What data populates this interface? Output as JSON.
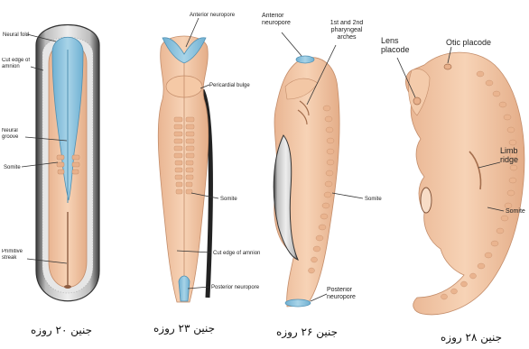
{
  "panels": [
    {
      "caption": "جنین ۲۰ روزه",
      "labels": {
        "neural_fold": "Neural fold",
        "cut_edge_amnion": "Cut edge of amnion",
        "neural_groove": "Neural groove",
        "somite": "Somite",
        "primitive_streak": "Primitive streak"
      }
    },
    {
      "caption": "جنین ۲۳ روزه",
      "labels": {
        "anterior_neuropore": "Anterior neuropore",
        "pericardial_bulge": "Pericardial bulge",
        "somite": "Somite",
        "cut_edge_amnion": "Cut edge of amnion",
        "posterior_neuropore": "Posterior neuropore"
      }
    },
    {
      "caption": "جنین ۲۶ روزه",
      "labels": {
        "anterior_neuropore": "Anterior neuropore",
        "pharyngeal_arches": "1st and 2nd pharyngeal arches",
        "somite": "Somite",
        "posterior_neuropore": "Posterior neuropore"
      }
    },
    {
      "caption": "جنین ۲۸ روزه",
      "labels": {
        "lens_placode": "Lens placode",
        "otic_placode": "Otic placode",
        "limb_ridge": "Limb ridge",
        "somite": "Somite"
      }
    }
  ],
  "colors": {
    "tissue": "#f3c9a8",
    "tissue_dark": "#d9a27f",
    "neural": "#8fc3dc",
    "neural_dark": "#5ea3c4",
    "amnion": "#d8d8d8",
    "amnion_dark": "#555555"
  }
}
